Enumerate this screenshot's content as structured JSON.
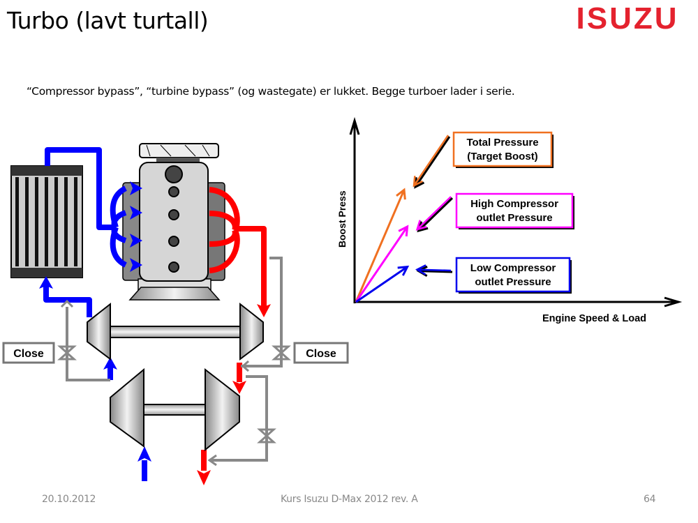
{
  "slide": {
    "title": "Turbo  (lavt turtall)",
    "logo_text": "ISUZU",
    "subtitle": "“Compressor bypass”, “turbine bypass” (og wastegate) er lukket. Begge turboer lader i serie.",
    "footer": {
      "date": "20.10.2012",
      "course": "Kurs Isuzu D-Max 2012 rev. A",
      "page": "64"
    }
  },
  "colors": {
    "brand": "#e4222e",
    "intake": "#0000ff",
    "exhaust": "#ff0000",
    "bypass": "#808080",
    "total": "#f07020",
    "high": "#ff00ff",
    "low": "#0000ee"
  },
  "diagram": {
    "valve_left_label": "Close",
    "valve_right_label": "Close"
  },
  "chart_data": {
    "type": "line",
    "title": "",
    "xlabel": "Engine Speed & Load",
    "ylabel": "Boost Press",
    "grid": false,
    "xlim": [
      0,
      10
    ],
    "ylim": [
      0,
      10
    ],
    "series": [
      {
        "name": "Total Pressure (Target Boost)",
        "label_lines": [
          "Total Pressure",
          "(Target Boost)"
        ],
        "color": "#f07020",
        "x": [
          0,
          1.5
        ],
        "y": [
          0,
          6.7
        ]
      },
      {
        "name": "High Compressor outlet Pressure",
        "label_lines": [
          "High Compressor",
          "outlet Pressure"
        ],
        "color": "#ff00ff",
        "x": [
          0,
          1.6
        ],
        "y": [
          0,
          4.5
        ]
      },
      {
        "name": "Low Compressor outlet Pressure",
        "label_lines": [
          "Low Compressor",
          "outlet Pressure"
        ],
        "color": "#0000ee",
        "x": [
          0,
          1.6
        ],
        "y": [
          0,
          2.1
        ]
      }
    ]
  }
}
